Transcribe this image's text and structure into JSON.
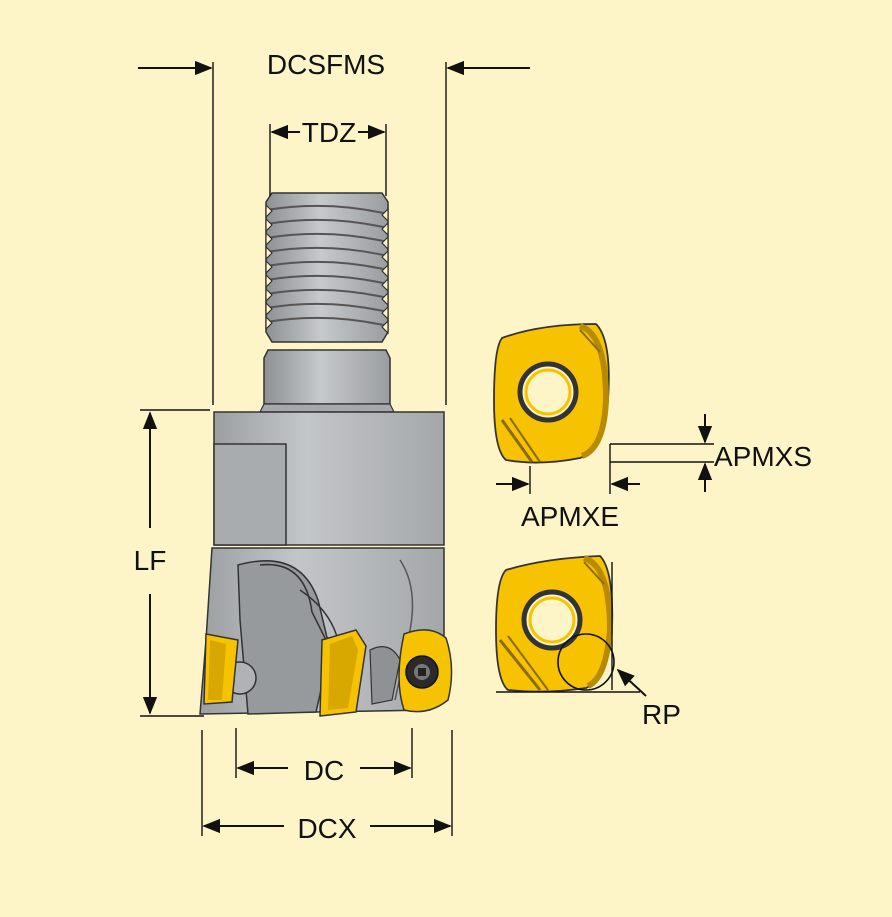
{
  "labels": {
    "dcsfms": "DCSFMS",
    "tdz": "TDZ",
    "lf": "LF",
    "dc": "DC",
    "dcx": "DCX",
    "apmxs": "APMXS",
    "apmxe": "APMXE",
    "rp": "RP"
  },
  "colors": {
    "background": "#fdf4c8",
    "body_gray": "#b4b7b9",
    "body_dark": "#8b8e90",
    "insert_yellow": "#f7c300",
    "insert_dark": "#c99400",
    "line": "#111111"
  }
}
